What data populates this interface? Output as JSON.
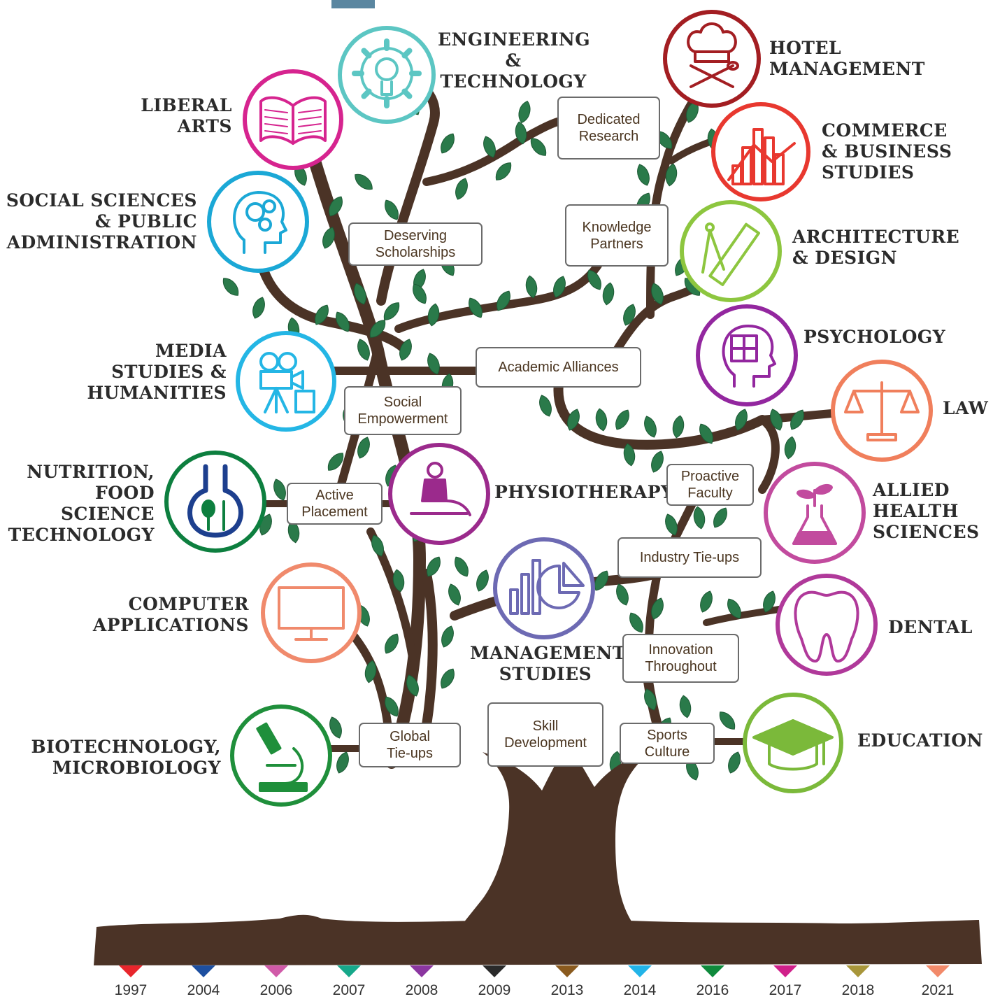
{
  "schools": [
    {
      "key": "engineering",
      "label": "ENGINEERING\n&\nTECHNOLOGY",
      "color": "#5cc6c3",
      "icon": "gear-bulb-icon"
    },
    {
      "key": "hotel",
      "label": "HOTEL\nMANAGEMENT",
      "color": "#a31e22",
      "icon": "chef-hat-cutlery-icon"
    },
    {
      "key": "liberal",
      "label": "LIBERAL\nARTS",
      "color": "#d6248f",
      "icon": "open-book-icon"
    },
    {
      "key": "commerce",
      "label": "COMMERCE\n& BUSINESS\nSTUDIES",
      "color": "#e8382f",
      "icon": "bar-chart-icon"
    },
    {
      "key": "social",
      "label": "SOCIAL SCIENCES\n& PUBLIC\nADMINISTRATION",
      "color": "#1ba8d6",
      "icon": "head-gears-icon"
    },
    {
      "key": "architecture",
      "label": "ARCHITECTURE\n& DESIGN",
      "color": "#8dc63f",
      "icon": "compass-ruler-icon"
    },
    {
      "key": "psychology",
      "label": "PSYCHOLOGY",
      "color": "#93279f",
      "icon": "head-puzzle-icon"
    },
    {
      "key": "media",
      "label": "MEDIA\nSTUDIES &\nHUMANITIES",
      "color": "#24b6e5",
      "icon": "movie-camera-icon"
    },
    {
      "key": "law",
      "label": "LAW",
      "color": "#f07f5c",
      "icon": "scales-icon"
    },
    {
      "key": "nutrition",
      "label": "NUTRITION,\nFOOD\nSCIENCE\nTECHNOLOGY",
      "color": "#0d7f3f",
      "icon": "flask-spoon-icon"
    },
    {
      "key": "physiotherapy",
      "label": "PHYSIOTHERAPY",
      "color": "#9b2a8c",
      "icon": "therapist-icon"
    },
    {
      "key": "allied",
      "label": "ALLIED\nHEALTH\nSCIENCES",
      "color": "#c24b9e",
      "icon": "flask-plant-icon"
    },
    {
      "key": "computer",
      "label": "COMPUTER\nAPPLICATIONS",
      "color": "#f08a6c",
      "icon": "monitor-icon"
    },
    {
      "key": "management",
      "label": "MANAGEMENT\nSTUDIES",
      "color": "#6d6ab3",
      "icon": "bar-pie-chart-icon"
    },
    {
      "key": "dental",
      "label": "DENTAL",
      "color": "#b0399a",
      "icon": "tooth-icon"
    },
    {
      "key": "biotech",
      "label": "BIOTECHNOLOGY,\nMICROBIOLOGY",
      "color": "#1f8f3b",
      "icon": "microscope-icon"
    },
    {
      "key": "education",
      "label": "EDUCATION",
      "color": "#7bb93a",
      "icon": "graduation-cap-icon"
    }
  ],
  "features": [
    {
      "key": "dedicated_research",
      "label": "Dedicated\nResearch"
    },
    {
      "key": "deserving_scholarships",
      "label": "Deserving\nScholarships"
    },
    {
      "key": "knowledge_partners",
      "label": "Knowledge\nPartners"
    },
    {
      "key": "academic_alliances",
      "label": "Academic Alliances"
    },
    {
      "key": "social_empowerment",
      "label": "Social\nEmpowerment"
    },
    {
      "key": "proactive_faculty",
      "label": "Proactive\nFaculty"
    },
    {
      "key": "active_placement",
      "label": "Active\nPlacement"
    },
    {
      "key": "industry_tieups",
      "label": "Industry Tie-ups"
    },
    {
      "key": "innovation_throughout",
      "label": "Innovation\nThroughout"
    },
    {
      "key": "skill_development",
      "label": "Skill\nDevelopment"
    },
    {
      "key": "global_tieups",
      "label": "Global\nTie-ups"
    },
    {
      "key": "sports_culture",
      "label": "Sports\nCulture"
    }
  ],
  "timeline": [
    {
      "year": "1997",
      "color": "#e8262c"
    },
    {
      "year": "2004",
      "color": "#1d4fa0"
    },
    {
      "year": "2006",
      "color": "#d05aa8"
    },
    {
      "year": "2007",
      "color": "#16a88a"
    },
    {
      "year": "2008",
      "color": "#8b36a0"
    },
    {
      "year": "2009",
      "color": "#2a2a2a"
    },
    {
      "year": "2013",
      "color": "#8a5a1e"
    },
    {
      "year": "2014",
      "color": "#22b4e8"
    },
    {
      "year": "2016",
      "color": "#0f8a3c"
    },
    {
      "year": "2017",
      "color": "#d0208a"
    },
    {
      "year": "2018",
      "color": "#a8963a"
    },
    {
      "year": "2021",
      "color": "#f28a6a"
    }
  ],
  "colors": {
    "trunk": "#4b3326",
    "leaf": "#2a7a4a",
    "leaf_edge": "#1d5a35"
  }
}
